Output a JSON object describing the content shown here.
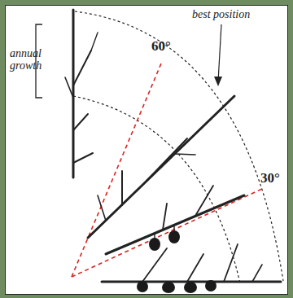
{
  "diagram": {
    "labels": [
      "annual growth",
      "60°",
      "best position",
      "30°"
    ]
  }
}
